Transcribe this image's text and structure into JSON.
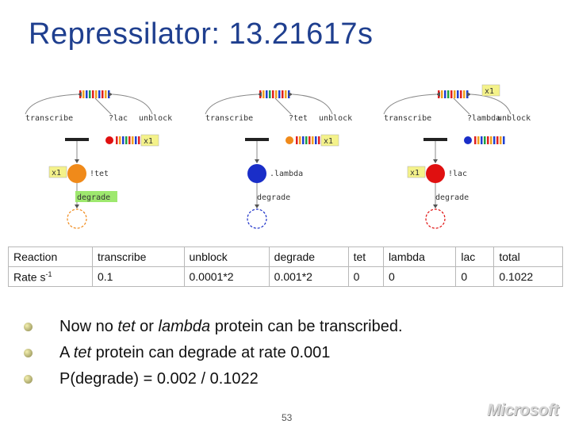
{
  "slide": {
    "title": "Repressilator: 13.21617s",
    "page_number": "53",
    "logo_text": "Microsoft"
  },
  "diagram": {
    "modules": [
      {
        "transcribe": "transcribe",
        "operator": "?lac",
        "unblock": "unblock",
        "repressor": "!tet",
        "degrade": "degrade",
        "protein_color": "#f08a1a",
        "repressor_color": "#e01010",
        "count_label_top": "",
        "count_label_dna": "x1",
        "count_label_protein": "x1",
        "degrade_highlight": true
      },
      {
        "transcribe": "transcribe",
        "operator": "?tet",
        "unblock": "unblock",
        "repressor": ".lambda",
        "degrade": "degrade",
        "protein_color": "#1a2ec8",
        "repressor_color": "#f08a1a",
        "count_label_top": "",
        "count_label_dna": "x1",
        "count_label_protein": "",
        "degrade_highlight": false
      },
      {
        "transcribe": "transcribe",
        "operator": "?lambda",
        "unblock": "unblock",
        "repressor": "!lac",
        "degrade": "degrade",
        "protein_color": "#e01010",
        "repressor_color": "#1a2ec8",
        "count_label_top": "x1",
        "count_label_dna": "",
        "count_label_protein": "x1",
        "degrade_highlight": false
      }
    ]
  },
  "table": {
    "headers": [
      "Reaction",
      "transcribe",
      "unblock",
      "degrade",
      "tet",
      "lambda",
      "lac",
      "total"
    ],
    "rate_label": "Rate s",
    "rate_sup": "-1",
    "rates": [
      "0.1",
      "0.0001*2",
      "0.001*2",
      "0",
      "0",
      "0",
      "0.1022"
    ]
  },
  "bullets": [
    {
      "a": "Now no ",
      "b": "tet",
      "c": " or ",
      "d": "lambda",
      "e": " protein can be transcribed."
    },
    {
      "a": "A ",
      "b": "tet",
      "c": " protein can degrade at rate 0.001"
    },
    {
      "a": "P(degrade) = 0.002 / 0.1022"
    }
  ]
}
